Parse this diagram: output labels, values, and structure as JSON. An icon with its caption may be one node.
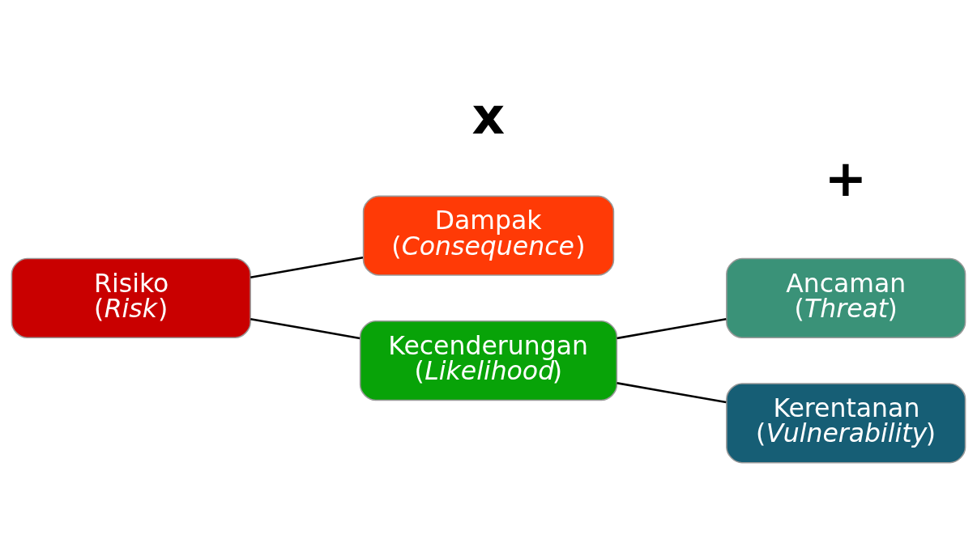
{
  "diagram": {
    "nodes": [
      {
        "text": [
          "Risiko",
          "(*Risk*)"
        ]
      },
      {
        "text": [
          "Dampak",
          "(*Consequence*)"
        ]
      },
      {
        "text": [
          "Kecenderungan",
          "(*Likelihood*)"
        ]
      },
      {
        "text": [
          "Ancaman",
          "(*Threat*)"
        ]
      },
      {
        "text": [
          "Kerentanan",
          "(*Vulnerability*)"
        ]
      }
    ],
    "edges": [
      {
        "from": 0,
        "to": 1,
        "arrow": "none"
      },
      {
        "from": 0,
        "to": 2,
        "arrow": "none"
      },
      {
        "from": 2,
        "to": 3,
        "arrow": "none"
      },
      {
        "from": 2,
        "to": 4,
        "arrow": "none"
      }
    ],
    "labels": [
      "x",
      "+"
    ]
  }
}
